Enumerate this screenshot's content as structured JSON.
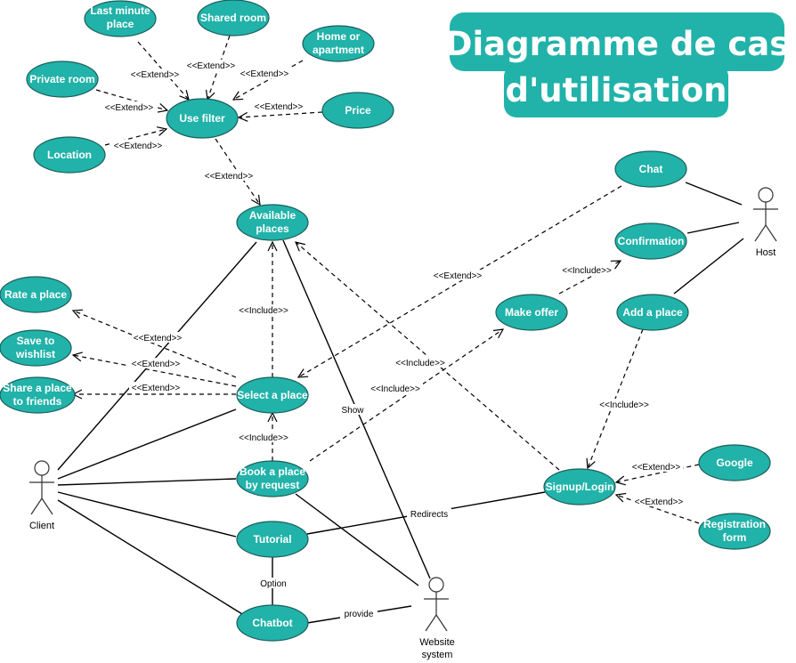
{
  "title": [
    "Diagramme de cas",
    "d'utilisation"
  ],
  "colors": {
    "usecase_fill": "#21b2a9",
    "usecase_stroke": "#1b5f5a",
    "title_bg": "#21b2a9"
  },
  "actors": {
    "client": "Client",
    "host": "Host",
    "website": [
      "Website",
      "system"
    ]
  },
  "use_cases": {
    "last_minute": [
      "Last minute",
      "place"
    ],
    "shared_room": [
      "Shared room"
    ],
    "home": [
      "Home or",
      "apartment"
    ],
    "private_room": [
      "Private room"
    ],
    "use_filter": [
      "Use filter"
    ],
    "price": [
      "Price"
    ],
    "location": [
      "Location"
    ],
    "available": [
      "Available",
      "places"
    ],
    "chat": [
      "Chat"
    ],
    "confirmation": [
      "Confirmation"
    ],
    "rate": [
      "Rate a place"
    ],
    "make_offer": [
      "Make offer"
    ],
    "add_place": [
      "Add a place"
    ],
    "wishlist": [
      "Save to",
      "wishlist"
    ],
    "share": [
      "Share a place",
      "to friends"
    ],
    "select": [
      "Select a place"
    ],
    "book": [
      "Book a place",
      "by request"
    ],
    "signup": [
      "Signup/Login"
    ],
    "google": [
      "Google"
    ],
    "tutorial": [
      "Tutorial"
    ],
    "registration": [
      "Registration",
      "form"
    ],
    "chatbot": [
      "Chatbot"
    ]
  },
  "relations": {
    "extend": "<<Extend>>",
    "include": "<<Include>>",
    "show": "Show",
    "redirects": "Redirects",
    "option": "Option",
    "provide": "provide"
  }
}
